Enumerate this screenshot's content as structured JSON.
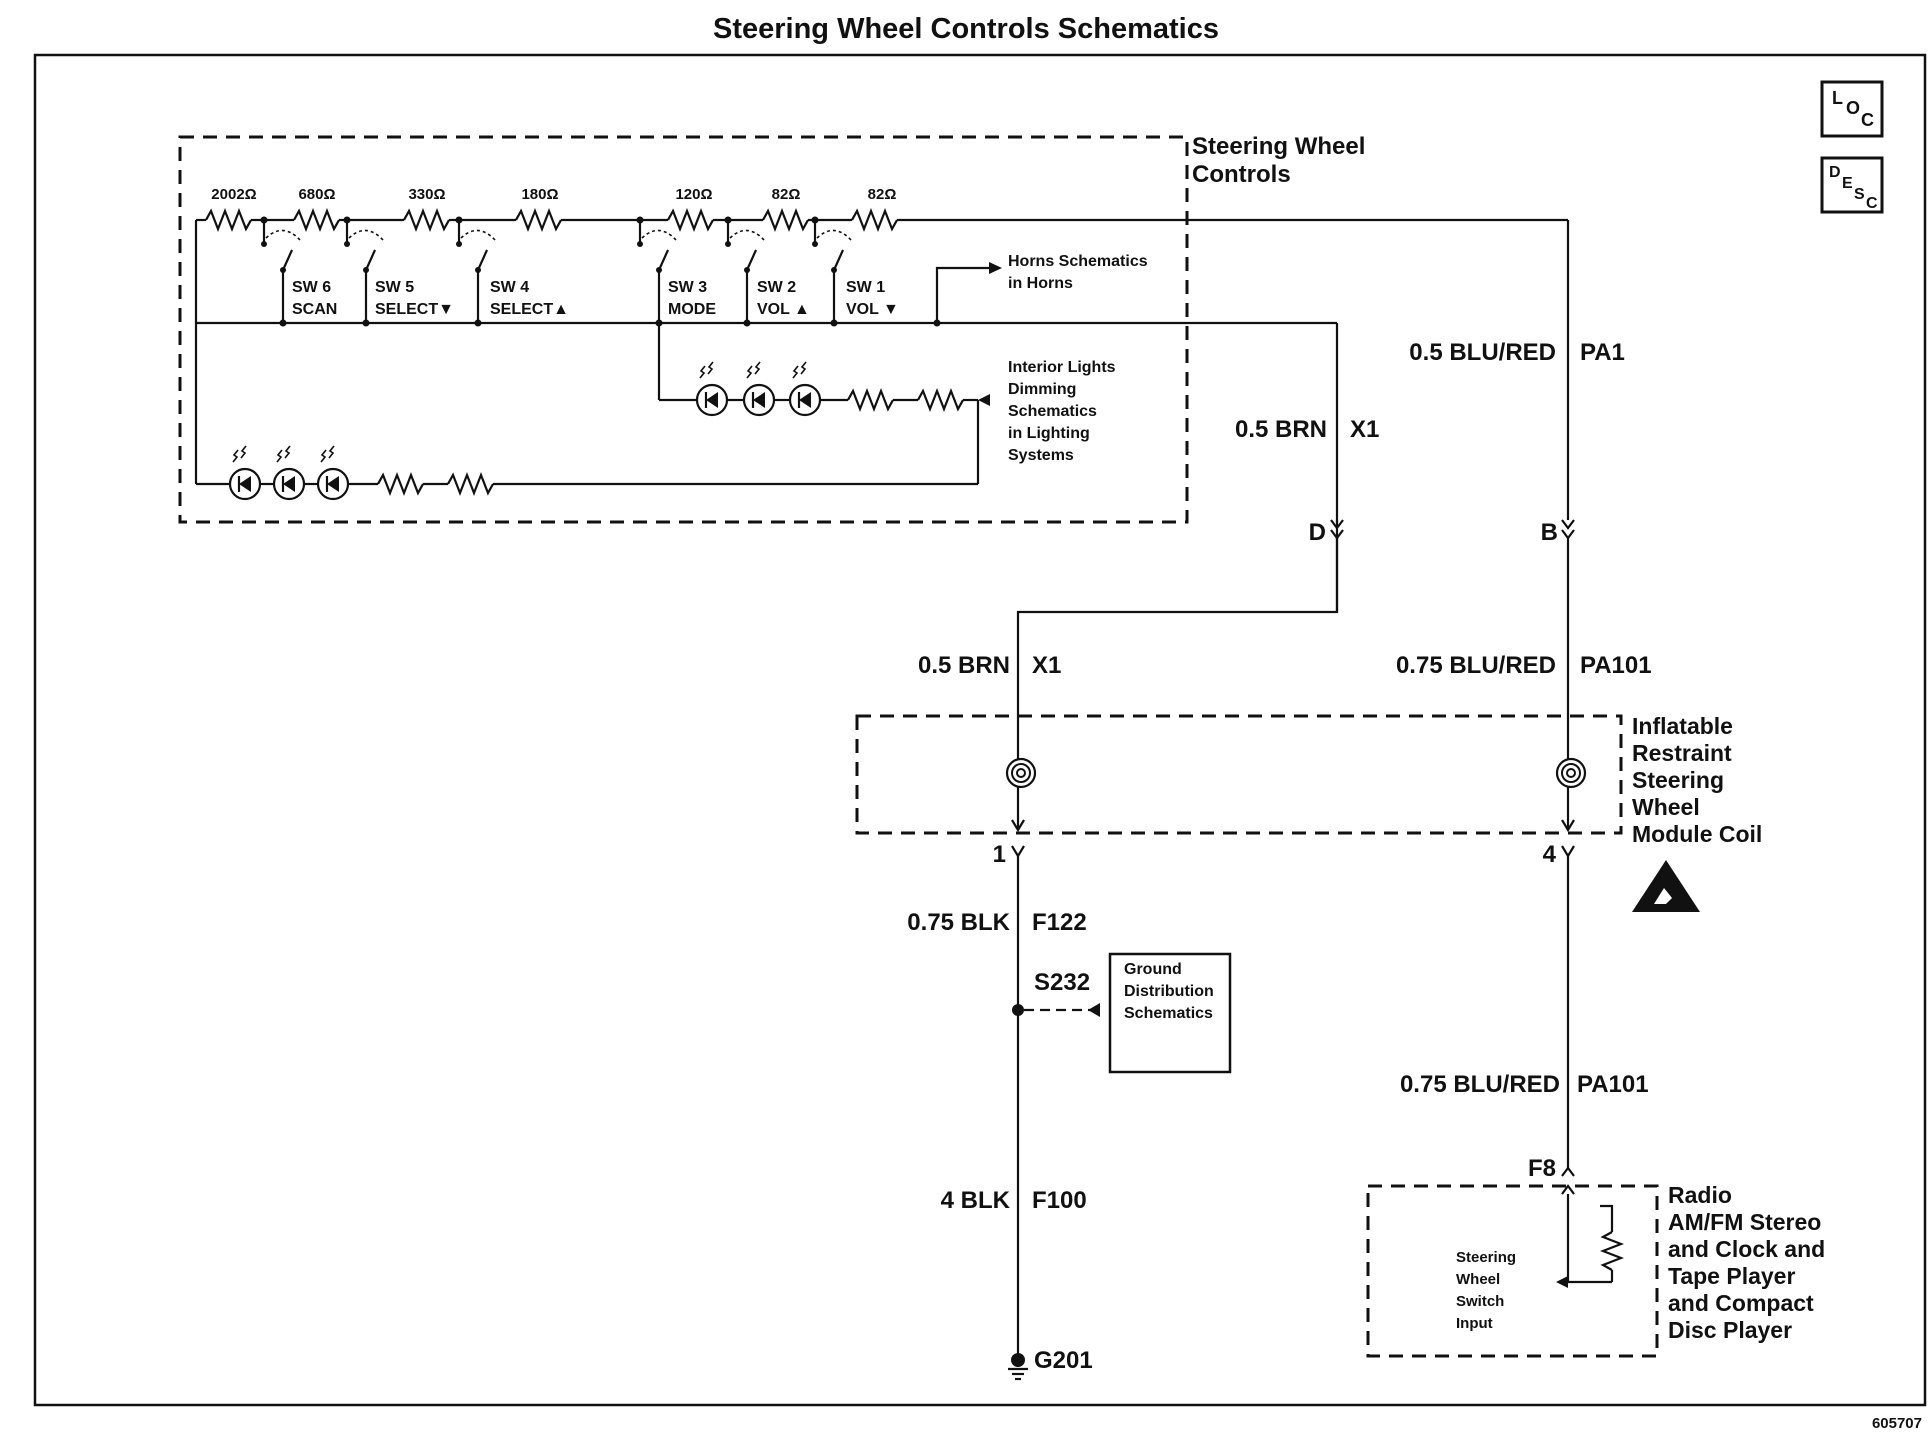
{
  "title": "Steering Wheel Controls Schematics",
  "figure_id": "605707",
  "icons": {
    "loc": "L O C",
    "desc": "D E S C"
  },
  "steering_wheel_controls": {
    "label": [
      "Steering Wheel",
      "Controls"
    ],
    "resistors": [
      "2002Ω",
      "680Ω",
      "330Ω",
      "180Ω",
      "120Ω",
      "82Ω",
      "82Ω"
    ],
    "switches": [
      {
        "line1": "SW 6",
        "line2": "SCAN"
      },
      {
        "line1": "SW 5",
        "line2": "SELECT▼"
      },
      {
        "line1": "SW 4",
        "line2": "SELECT▲"
      },
      {
        "line1": "SW 3",
        "line2": "MODE"
      },
      {
        "line1": "SW 2",
        "line2": "VOL ▲"
      },
      {
        "line1": "SW 1",
        "line2": "VOL ▼"
      }
    ],
    "horns_ref": [
      "Horns Schematics",
      "in Horns"
    ],
    "lights_ref": [
      "Interior Lights",
      "Dimming",
      "Schematics",
      "in Lighting",
      "Systems"
    ]
  },
  "wires": {
    "pa1": {
      "size_color": "0.5 BLU/RED",
      "circuit": "PA1"
    },
    "x1_upper": {
      "size_color": "0.5 BRN",
      "circuit": "X1"
    },
    "x1_lower": {
      "size_color": "0.5 BRN",
      "circuit": "X1"
    },
    "pa101_upper": {
      "size_color": "0.75 BLU/RED",
      "circuit": "PA101"
    },
    "f122": {
      "size_color": "0.75 BLK",
      "circuit": "F122"
    },
    "pa101_lower": {
      "size_color": "0.75 BLU/RED",
      "circuit": "PA101"
    },
    "f100": {
      "size_color": "4 BLK",
      "circuit": "F100"
    }
  },
  "connectors": {
    "d": "D",
    "b": "B",
    "pin1": "1",
    "pin4": "4",
    "f8": "F8"
  },
  "splice": "S232",
  "ground": "G201",
  "ground_ref": [
    "Ground",
    "Distribution",
    "Schematics"
  ],
  "coil": {
    "label": [
      "Inflatable",
      "Restraint",
      "Steering",
      "Wheel",
      "Module Coil"
    ]
  },
  "radio": {
    "label": [
      "Radio",
      "AM/FM Stereo",
      "and Clock and",
      "Tape Player",
      "and Compact",
      "Disc Player"
    ],
    "input": [
      "Steering",
      "Wheel",
      "Switch",
      "Input"
    ]
  }
}
